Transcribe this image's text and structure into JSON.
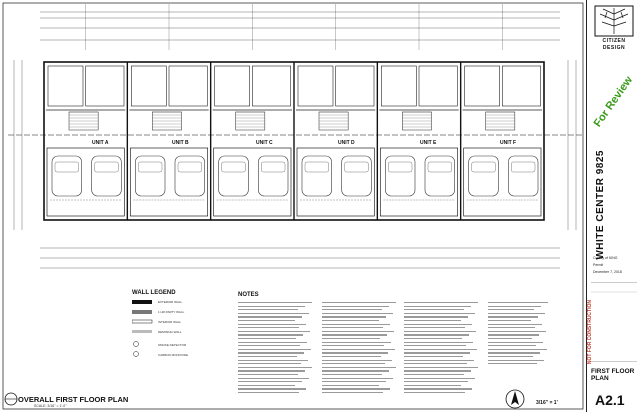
{
  "plan": {
    "title": "OVERALL FIRST FLOOR PLAN",
    "scale_text": "SCALE: 3/16\" = 1'-0\"",
    "scale_note": "3/16\" = 1'",
    "units": [
      "UNIT A",
      "UNIT B",
      "UNIT C",
      "UNIT D",
      "UNIT E",
      "UNIT F"
    ]
  },
  "legend": {
    "title": "WALL LEGEND",
    "items": [
      "EXTERIOR WALL",
      "1 HR PARTY WALL",
      "INTERIOR WALL",
      "DEMISING WALL",
      "SMOKE DETECTOR",
      "CARBON MONOXIDE"
    ]
  },
  "notes": {
    "title": "NOTES"
  },
  "titleblock": {
    "logo_line1": "CITIZEN",
    "logo_line2": "DESIGN",
    "stamp": "For Review",
    "project": "WHITE CENTER 9825",
    "client": "County of KING",
    "status": "Permit",
    "date": "December 7, 2018",
    "sheet_title_1": "FIRST FLOOR",
    "sheet_title_2": "PLAN",
    "sheet_number": "A2.1",
    "not_for_construction": "NOT FOR CONSTRUCTION"
  },
  "colors": {
    "stamp": "#3a9a1a",
    "nfc": "#c0392b",
    "line": "#222222"
  }
}
